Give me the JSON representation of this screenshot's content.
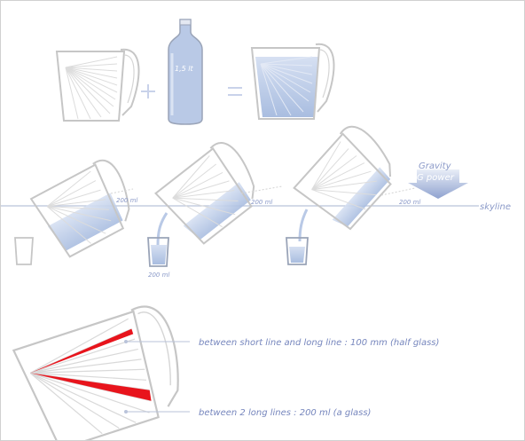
{
  "labels": {
    "bottle": "1,5 lt",
    "gravity": "Gravity",
    "gpower": "G power",
    "skyline": "skyline",
    "ml1": "200 ml",
    "ml2": "200 ml",
    "ml3": "200 ml",
    "ml_glass": "200 ml",
    "short_long": "between short line and long line : 100 mm (half glass)",
    "two_long": "between 2 long lines : 200 ml (a glass)"
  },
  "colors": {
    "line": "#c8c8c8",
    "water": "#b9c9e6",
    "accent_red": "#e8141c",
    "label_blue": "#8a99c8"
  }
}
